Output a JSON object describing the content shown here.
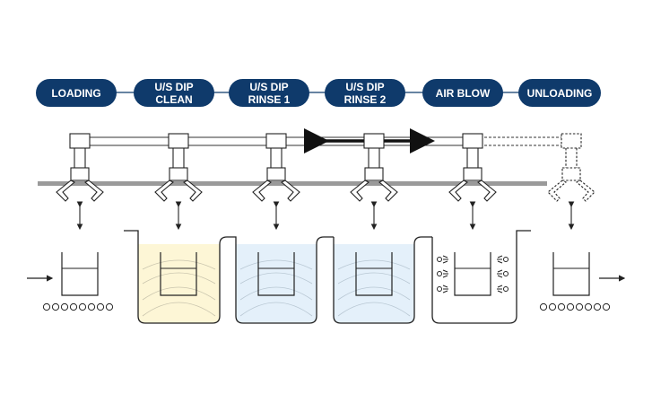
{
  "stages": [
    {
      "id": "loading",
      "lines": [
        "LOADING"
      ]
    },
    {
      "id": "us-dip-clean",
      "lines": [
        "U/S DIP",
        "CLEAN"
      ]
    },
    {
      "id": "us-dip-rinse-1",
      "lines": [
        "U/S DIP",
        "RINSE 1"
      ]
    },
    {
      "id": "us-dip-rinse-2",
      "lines": [
        "U/S DIP",
        "RINSE 2"
      ]
    },
    {
      "id": "air-blow",
      "lines": [
        "AIR BLOW"
      ]
    },
    {
      "id": "unloading",
      "lines": [
        "UNLOADING"
      ]
    }
  ],
  "colors": {
    "pill": "#0f3a6b",
    "line": "#222222",
    "rail": "#9a9a9a",
    "clean_tank": "#fdf6d6",
    "rinse_tank": "#e4f0fa"
  }
}
